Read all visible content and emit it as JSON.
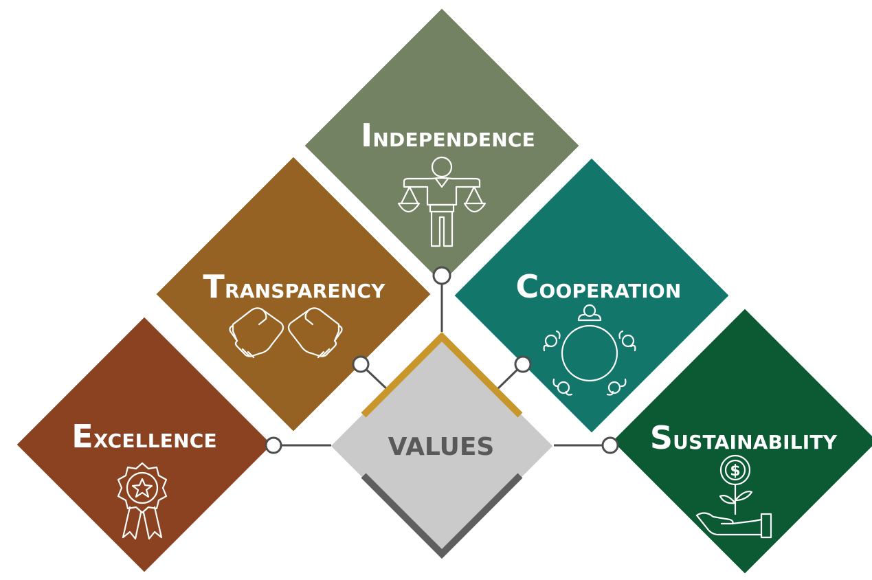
{
  "center": {
    "label": "VALUES",
    "fill": "#c9cac9",
    "accent_top": "#c8962a",
    "accent_bottom": "#5f5f5f"
  },
  "connector_color": "#4d4d4d",
  "values": [
    {
      "id": "excellence",
      "cap": "E",
      "rest": "XCELLENCE",
      "color": "#8a4220",
      "icon": "award-ribbon-icon"
    },
    {
      "id": "transparency",
      "cap": "T",
      "rest": "RANSPARENCY",
      "color": "#956224",
      "icon": "open-hands-icon"
    },
    {
      "id": "independence",
      "cap": "I",
      "rest": "NDEPENDENCE",
      "color": "#738263",
      "icon": "person-scales-icon"
    },
    {
      "id": "cooperation",
      "cap": "C",
      "rest": "OOPERATION",
      "color": "#12776a",
      "icon": "round-table-icon"
    },
    {
      "id": "sustainability",
      "cap": "S",
      "rest": "USTAINABILITY",
      "color": "#0b5a34",
      "icon": "money-plant-hand-icon"
    }
  ]
}
